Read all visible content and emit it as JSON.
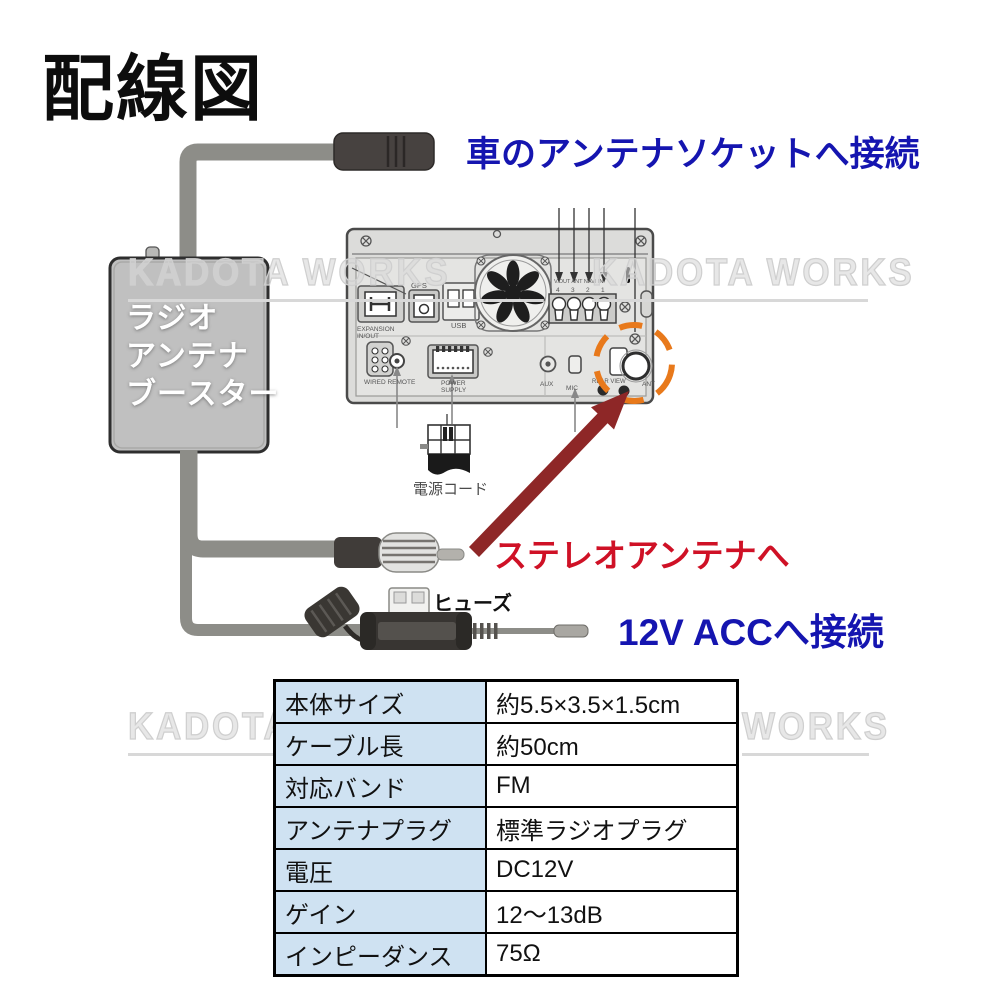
{
  "title": "配線図",
  "watermark": {
    "full": "KADOTA WORKS",
    "word1": "KADOTA",
    "word2": "WORKS"
  },
  "annotations": {
    "socket": "車のアンテナソケットへ接続",
    "stereo_antenna": "ステレオアンテナへ",
    "acc": "12V ACCへ接続",
    "fuse": "ヒューズ",
    "power_cord": "電源コード"
  },
  "booster": {
    "line1": "ラジオ",
    "line2": "アンテナ",
    "line3": "ブースター"
  },
  "stereo": {
    "labels": {
      "expansion1": "EXPANSION",
      "expansion2": "IN/OUT",
      "gps": "GPS",
      "usb": "USB",
      "wired_remote": "WIRED REMOTE",
      "power1": "POWER",
      "power2": "SUPPLY",
      "aux": "AUX",
      "mic": "MIC",
      "rear_view": "REAR VIEW",
      "ant": "ANT",
      "jack_row_caption": "V.OUT ANT NAVI IN",
      "n4": "4",
      "n3": "3",
      "n2": "2",
      "n1": "1"
    }
  },
  "colors": {
    "blue": "#1515b0",
    "red": "#cf1126",
    "dark_red": "#8e2727",
    "orange": "#e8791b"
  },
  "spec_table": {
    "rows": [
      {
        "label": "本体サイズ",
        "value": "約5.5×3.5×1.5cm"
      },
      {
        "label": "ケーブル長",
        "value": "約50cm"
      },
      {
        "label": "対応バンド",
        "value": "FM"
      },
      {
        "label": "アンテナプラグ",
        "value": "標準ラジオプラグ"
      },
      {
        "label": "電圧",
        "value": "DC12V"
      },
      {
        "label": "ゲイン",
        "value": "12〜13dB"
      },
      {
        "label": "インピーダンス",
        "value": "75Ω"
      }
    ]
  }
}
